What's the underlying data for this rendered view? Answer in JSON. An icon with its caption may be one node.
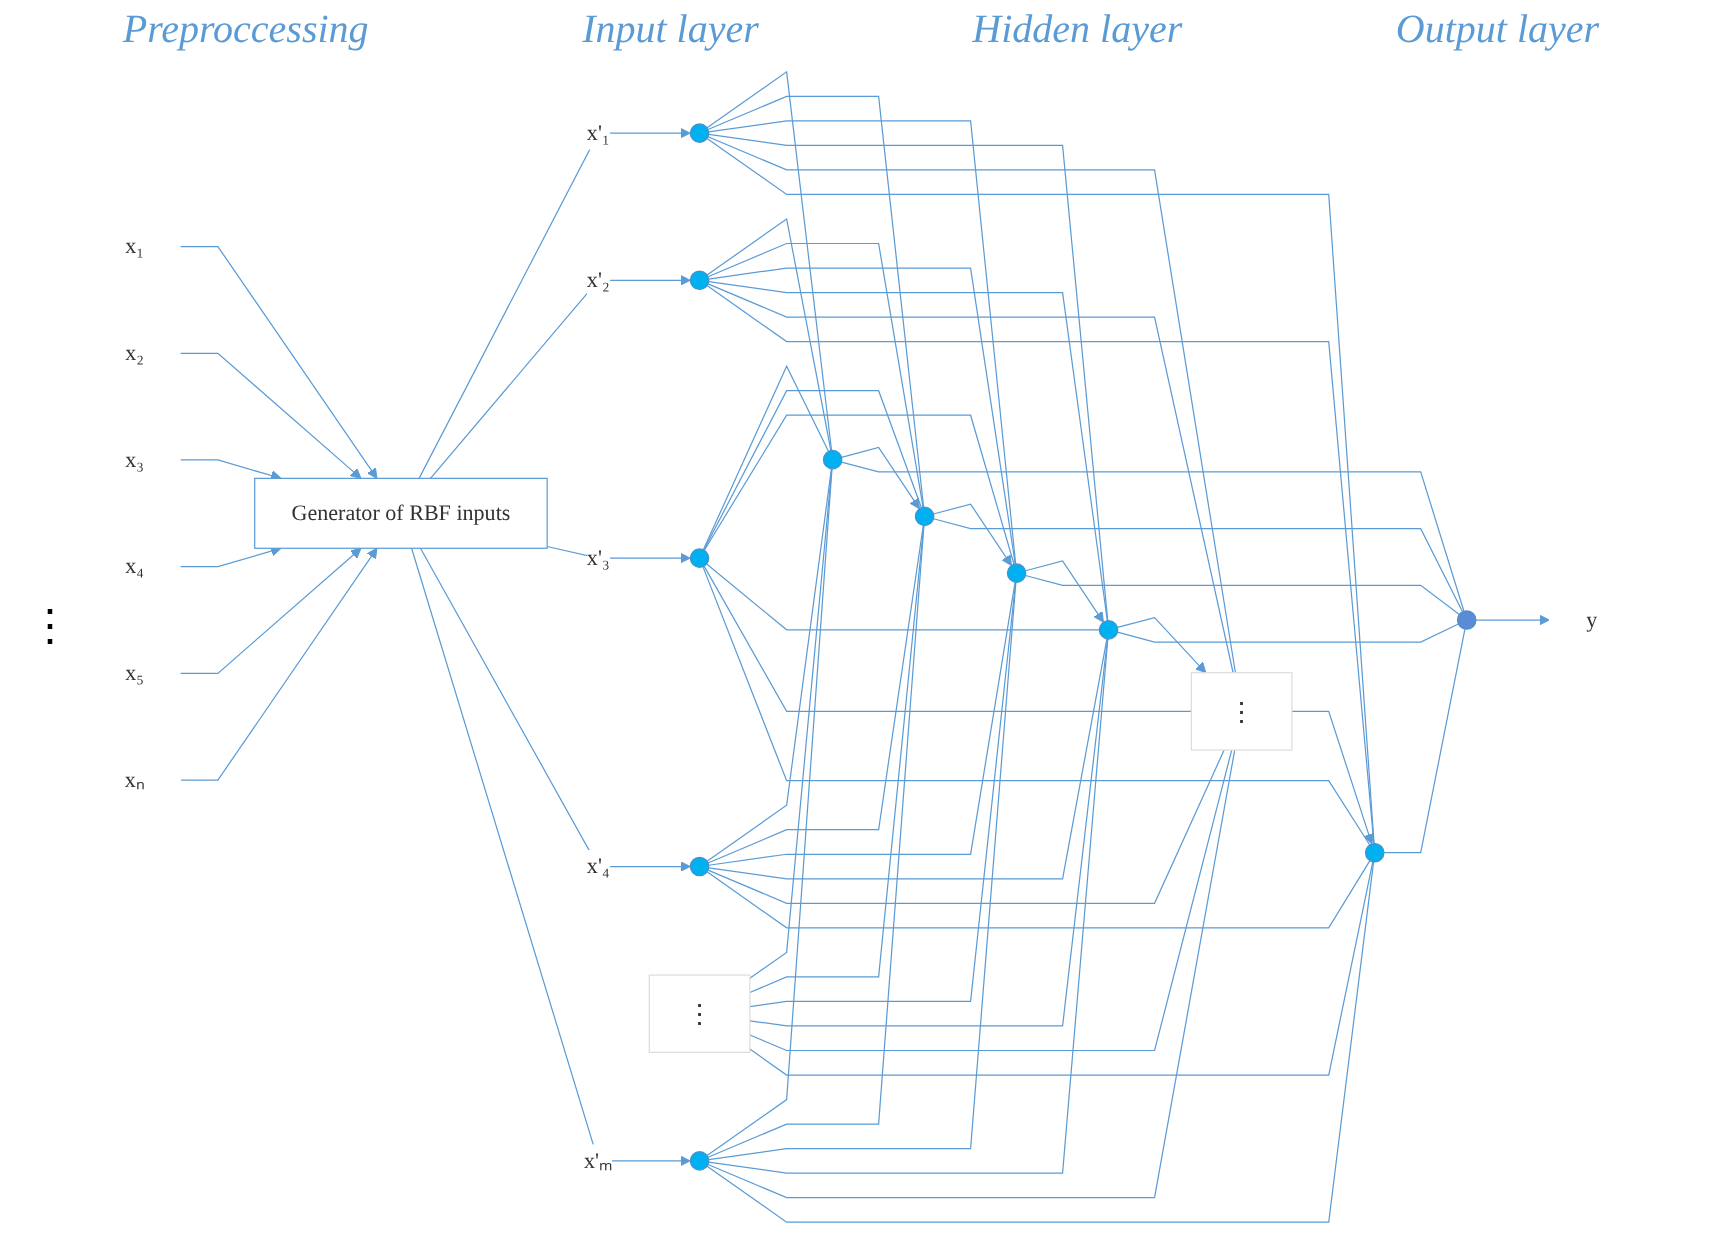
{
  "diagram": {
    "nodes": [
      {
        "text": [
          "Generator of RBF inputs"
        ]
      },
      {
        "text": [],
        "shape": "circle"
      },
      {
        "text": [],
        "shape": "circle"
      },
      {
        "text": [],
        "shape": "circle"
      },
      {
        "text": [],
        "shape": "circle"
      },
      {
        "text": [
          "⋮"
        ]
      },
      {
        "text": [],
        "shape": "circle"
      },
      {
        "text": [],
        "shape": "circle"
      },
      {
        "text": [],
        "shape": "circle"
      },
      {
        "text": [],
        "shape": "circle"
      },
      {
        "text": [],
        "shape": "circle"
      },
      {
        "text": [
          "⋮"
        ]
      },
      {
        "text": [],
        "shape": "circle"
      },
      {
        "text": [],
        "shape": "circle"
      }
    ],
    "edges": [
      {
        "from": null,
        "to": 0,
        "arrow": "to",
        "label": "x₁"
      },
      {
        "from": null,
        "to": 0,
        "arrow": "to",
        "label": "x₂"
      },
      {
        "from": null,
        "to": 0,
        "arrow": "to",
        "label": "x₃"
      },
      {
        "from": null,
        "to": 0,
        "arrow": "to",
        "label": "x₄"
      },
      {
        "from": null,
        "to": 0,
        "arrow": "to",
        "label": "x₅"
      },
      {
        "from": null,
        "to": 0,
        "arrow": "to",
        "label": "xₙ"
      },
      {
        "from": 0,
        "to": 1,
        "arrow": "to",
        "label": "x'₁"
      },
      {
        "from": 0,
        "to": 2,
        "arrow": "to",
        "label": "x'₂"
      },
      {
        "from": 0,
        "to": 3,
        "arrow": "to",
        "label": "x'₃"
      },
      {
        "from": 0,
        "to": 4,
        "arrow": "to",
        "label": "x'₄"
      },
      {
        "from": 0,
        "to": 6,
        "arrow": "to",
        "label": "x'ₘ"
      },
      {
        "from": 1,
        "to": 7,
        "arrow": "none"
      },
      {
        "from": 1,
        "to": 8,
        "arrow": "none"
      },
      {
        "from": 1,
        "to": 9,
        "arrow": "none"
      },
      {
        "from": 1,
        "to": 10,
        "arrow": "none"
      },
      {
        "from": 1,
        "to": 11,
        "arrow": "none"
      },
      {
        "from": 1,
        "to": 12,
        "arrow": "none"
      },
      {
        "from": 2,
        "to": 7,
        "arrow": "none"
      },
      {
        "from": 2,
        "to": 8,
        "arrow": "none"
      },
      {
        "from": 2,
        "to": 9,
        "arrow": "none"
      },
      {
        "from": 2,
        "to": 10,
        "arrow": "none"
      },
      {
        "from": 2,
        "to": 11,
        "arrow": "none"
      },
      {
        "from": 2,
        "to": 12,
        "arrow": "none"
      },
      {
        "from": 3,
        "to": 7,
        "arrow": "none"
      },
      {
        "from": 3,
        "to": 8,
        "arrow": "none"
      },
      {
        "from": 3,
        "to": 9,
        "arrow": "none"
      },
      {
        "from": 3,
        "to": 10,
        "arrow": "none"
      },
      {
        "from": 3,
        "to": 11,
        "arrow": "none"
      },
      {
        "from": 3,
        "to": 12,
        "arrow": "none"
      },
      {
        "from": 4,
        "to": 7,
        "arrow": "none"
      },
      {
        "from": 4,
        "to": 8,
        "arrow": "none"
      },
      {
        "from": 4,
        "to": 9,
        "arrow": "none"
      },
      {
        "from": 4,
        "to": 10,
        "arrow": "none"
      },
      {
        "from": 4,
        "to": 11,
        "arrow": "none"
      },
      {
        "from": 4,
        "to": 12,
        "arrow": "none"
      },
      {
        "from": 5,
        "to": 7,
        "arrow": "none"
      },
      {
        "from": 5,
        "to": 8,
        "arrow": "none"
      },
      {
        "from": 5,
        "to": 9,
        "arrow": "none"
      },
      {
        "from": 5,
        "to": 10,
        "arrow": "none"
      },
      {
        "from": 5,
        "to": 11,
        "arrow": "none"
      },
      {
        "from": 5,
        "to": 12,
        "arrow": "none"
      },
      {
        "from": 6,
        "to": 7,
        "arrow": "none"
      },
      {
        "from": 6,
        "to": 8,
        "arrow": "none"
      },
      {
        "from": 6,
        "to": 9,
        "arrow": "none"
      },
      {
        "from": 6,
        "to": 10,
        "arrow": "none"
      },
      {
        "from": 6,
        "to": 11,
        "arrow": "none"
      },
      {
        "from": 6,
        "to": 12,
        "arrow": "none"
      },
      {
        "from": 7,
        "to": 8,
        "arrow": "to"
      },
      {
        "from": 8,
        "to": 9,
        "arrow": "to"
      },
      {
        "from": 9,
        "to": 10,
        "arrow": "to"
      },
      {
        "from": 10,
        "to": 11,
        "arrow": "to"
      },
      {
        "from": 11,
        "to": 12,
        "arrow": "to"
      },
      {
        "from": 7,
        "to": 13,
        "arrow": "none"
      },
      {
        "from": 8,
        "to": 13,
        "arrow": "none"
      },
      {
        "from": 9,
        "to": 13,
        "arrow": "none"
      },
      {
        "from": 10,
        "to": 13,
        "arrow": "none"
      },
      {
        "from": 12,
        "to": 13,
        "arrow": "none"
      },
      {
        "from": 13,
        "to": null,
        "arrow": "to",
        "label": "y"
      }
    ],
    "labels": [
      "Preproccessing",
      "Input layer",
      "Hidden layer",
      "Output layer",
      "⋮"
    ]
  }
}
